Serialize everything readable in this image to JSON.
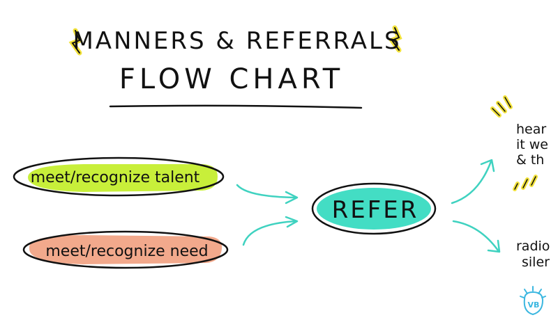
{
  "title": "MANNERS & REFERRALS",
  "subtitle": "FLOW CHART",
  "inputs": [
    {
      "label": "meet/recognize talent",
      "color": "#c8ef3a"
    },
    {
      "label": "meet/recognize need",
      "color": "#f2a98c"
    }
  ],
  "center": {
    "label": "REFER",
    "color": "#43ddc4"
  },
  "outcomes": [
    {
      "line1": "hear",
      "line2": "it we",
      "line3": "& th"
    },
    {
      "line1": "radio",
      "line2": "siler"
    }
  ],
  "logo": {
    "text": "VB",
    "color": "#3bb7e0"
  },
  "colors": {
    "arrow": "#3fd2c0",
    "accent": "#f2e23a",
    "ink": "#111111"
  }
}
